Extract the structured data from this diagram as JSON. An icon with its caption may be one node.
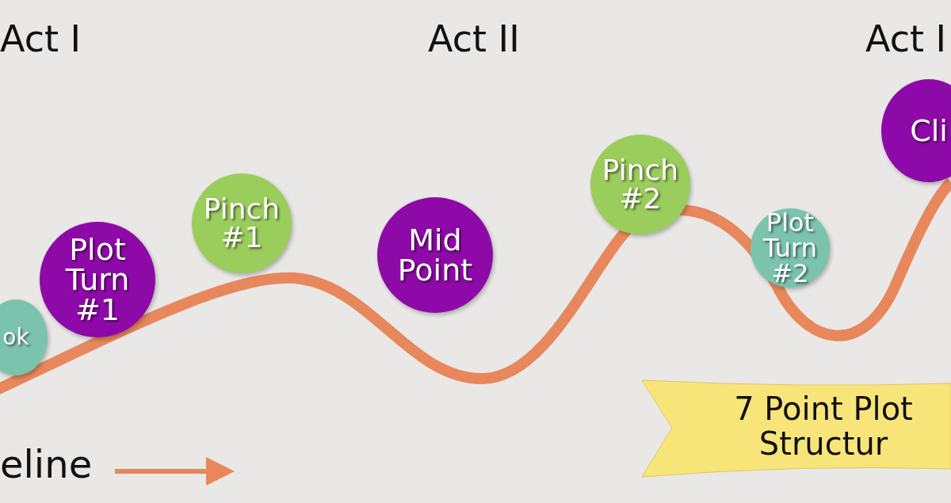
{
  "diagram": {
    "nodes": [
      {
        "text": [
          "ok"
        ]
      },
      {
        "text": [
          "Plot Turn #1"
        ]
      },
      {
        "text": [
          "Pinch #1"
        ]
      },
      {
        "text": [
          "Mid Point"
        ]
      },
      {
        "text": [
          "Pinch #2"
        ]
      },
      {
        "text": [
          "Plot Turn #2"
        ]
      },
      {
        "text": [
          "Cli"
        ]
      },
      {
        "text": [
          "7 Point Plot Structur"
        ]
      }
    ],
    "edges": [],
    "labels": [
      "Act I",
      "Act II",
      "Act I",
      "eline"
    ]
  }
}
